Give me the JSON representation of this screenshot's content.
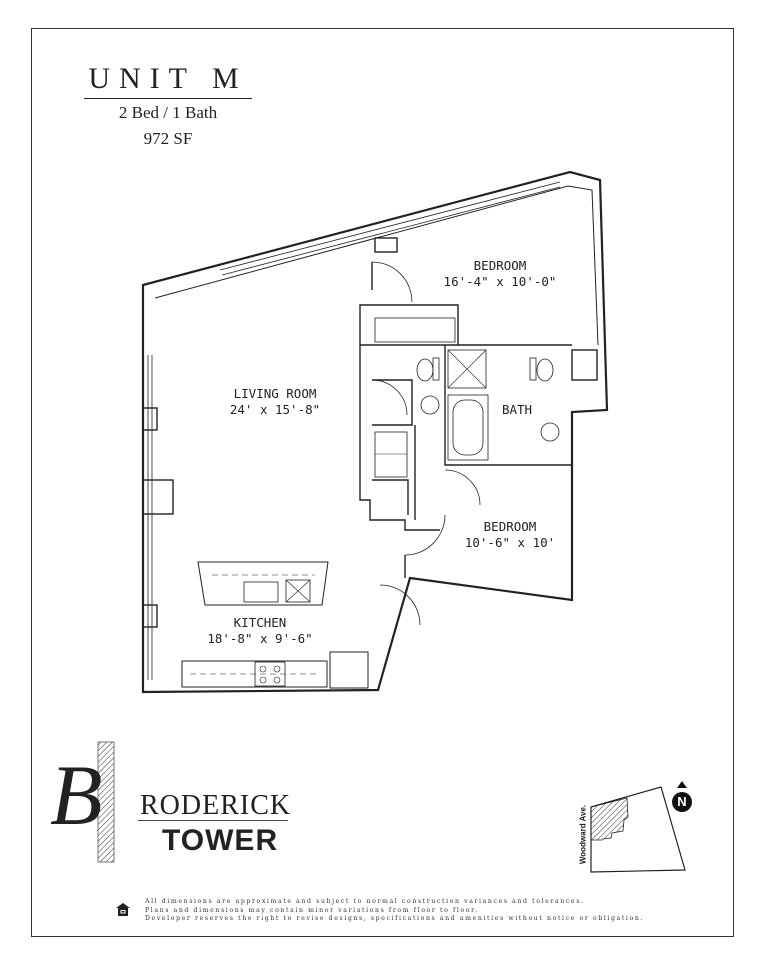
{
  "unit": {
    "title": "UNIT M",
    "beds_baths": "2 Bed / 1 Bath",
    "area": "972 SF"
  },
  "rooms": [
    {
      "name": "BEDROOM",
      "dims": "16'-4\" x 10'-0\""
    },
    {
      "name": "LIVING ROOM",
      "dims": "24' x 15'-8\""
    },
    {
      "name": "BATH",
      "dims": ""
    },
    {
      "name": "BEDROOM",
      "dims": "10'-6\" x 10'"
    },
    {
      "name": "KITCHEN",
      "dims": "18'-8\" x 9'-6\""
    }
  ],
  "logo": {
    "initial": "B",
    "line1": "RODERICK",
    "line2": "TOWER"
  },
  "key_plan": {
    "street": "Woodward Ave.",
    "north": "N"
  },
  "disclaimer": [
    "All dimensions are approximate and subject to normal construction variances and tolerances.",
    "Plans and dimensions may contain minor variations from floor to floor.",
    "Developer reserves the right to revise designs, specifications and amenities without notice or obligation."
  ],
  "icons": {
    "equal_housing": "equal-housing-icon",
    "north": "north-compass-icon"
  }
}
